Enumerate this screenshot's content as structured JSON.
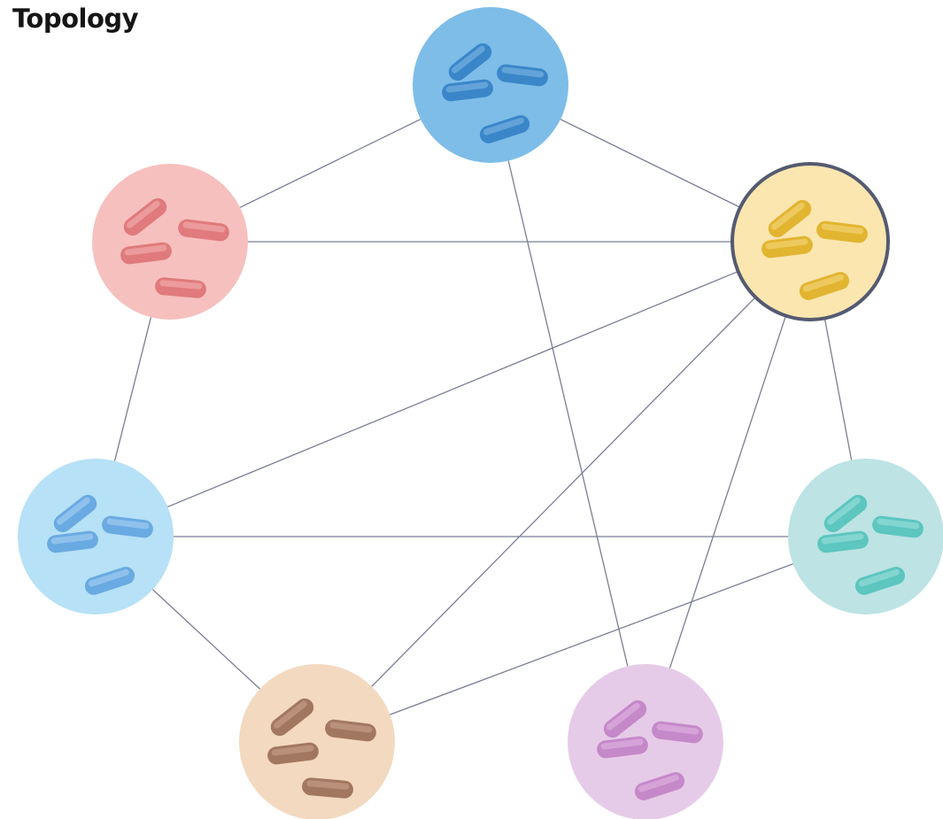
{
  "title": "Topology",
  "nodes": [
    {
      "id": "top-blue",
      "fill": "#7dbde8",
      "pill": "#3a86c9",
      "pill_hi": "#6aa8dc",
      "highlighted": false
    },
    {
      "id": "red",
      "fill": "#f6c0be",
      "pill": "#e07a7c",
      "pill_hi": "#eda0a1",
      "highlighted": false
    },
    {
      "id": "yellow",
      "fill": "#fbe6b0",
      "pill": "#e2b530",
      "pill_hi": "#efcd66",
      "highlighted": true
    },
    {
      "id": "light-blue",
      "fill": "#b6e1f6",
      "pill": "#6aaae2",
      "pill_hi": "#95c6ee",
      "highlighted": false
    },
    {
      "id": "teal",
      "fill": "#bde3e4",
      "pill": "#5cc6bf",
      "pill_hi": "#8ad8d2",
      "highlighted": false
    },
    {
      "id": "tan",
      "fill": "#f3d9c0",
      "pill": "#a27760",
      "pill_hi": "#bd9580",
      "highlighted": false
    },
    {
      "id": "purple",
      "fill": "#e6cbe8",
      "pill": "#c589c9",
      "pill_hi": "#d8a8da",
      "highlighted": false
    }
  ],
  "edges": [
    [
      "top-blue",
      "red"
    ],
    [
      "top-blue",
      "yellow"
    ],
    [
      "top-blue",
      "purple"
    ],
    [
      "red",
      "yellow"
    ],
    [
      "red",
      "light-blue"
    ],
    [
      "yellow",
      "light-blue"
    ],
    [
      "yellow",
      "teal"
    ],
    [
      "yellow",
      "tan"
    ],
    [
      "yellow",
      "purple"
    ],
    [
      "light-blue",
      "teal"
    ],
    [
      "light-blue",
      "tan"
    ],
    [
      "teal",
      "tan"
    ]
  ],
  "colors": {
    "edge": "#7a7d96",
    "highlight_ring": "#545a70"
  }
}
